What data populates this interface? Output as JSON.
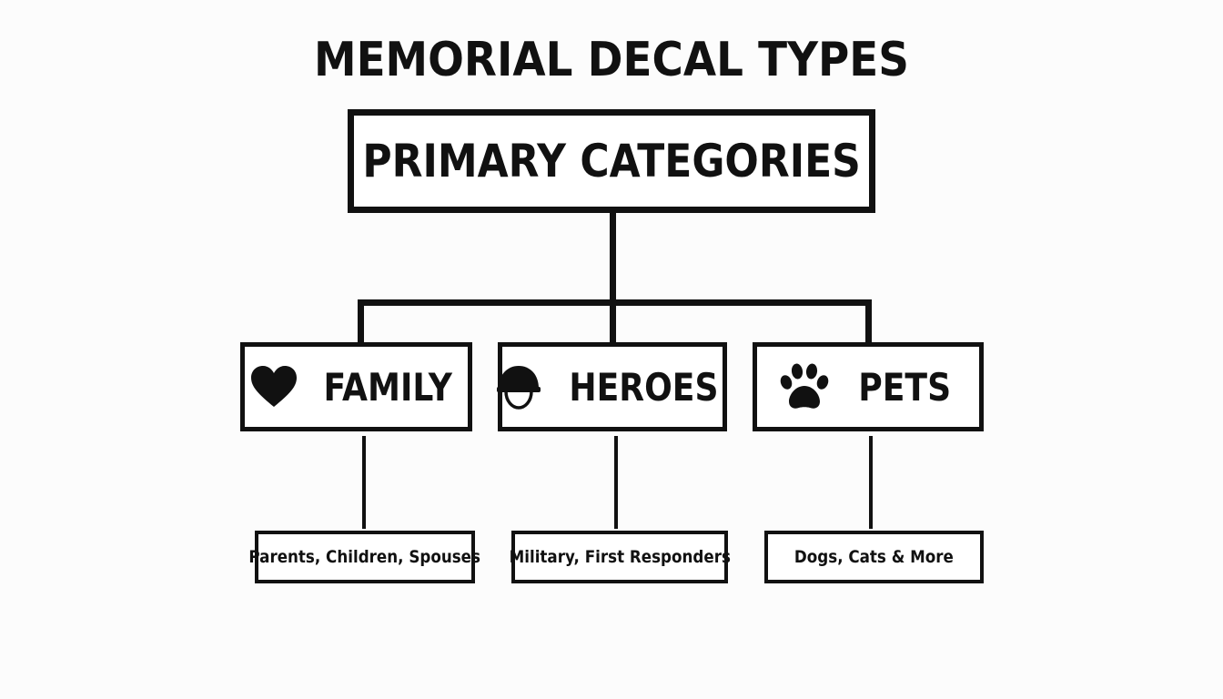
{
  "title": "MEMORIAL DECAL TYPES",
  "root": {
    "label": "PRIMARY CATEGORIES"
  },
  "categories": [
    {
      "label": "FAMILY",
      "icon": "heart-icon",
      "detail": "Parents, Children, Spouses"
    },
    {
      "label": "HEROES",
      "icon": "helmet-icon",
      "detail": "Military, First Responders"
    },
    {
      "label": "PETS",
      "icon": "paw-icon",
      "detail": "Dogs, Cats & More"
    }
  ],
  "colors": {
    "ink": "#111111",
    "background": "#fcfcfc"
  }
}
